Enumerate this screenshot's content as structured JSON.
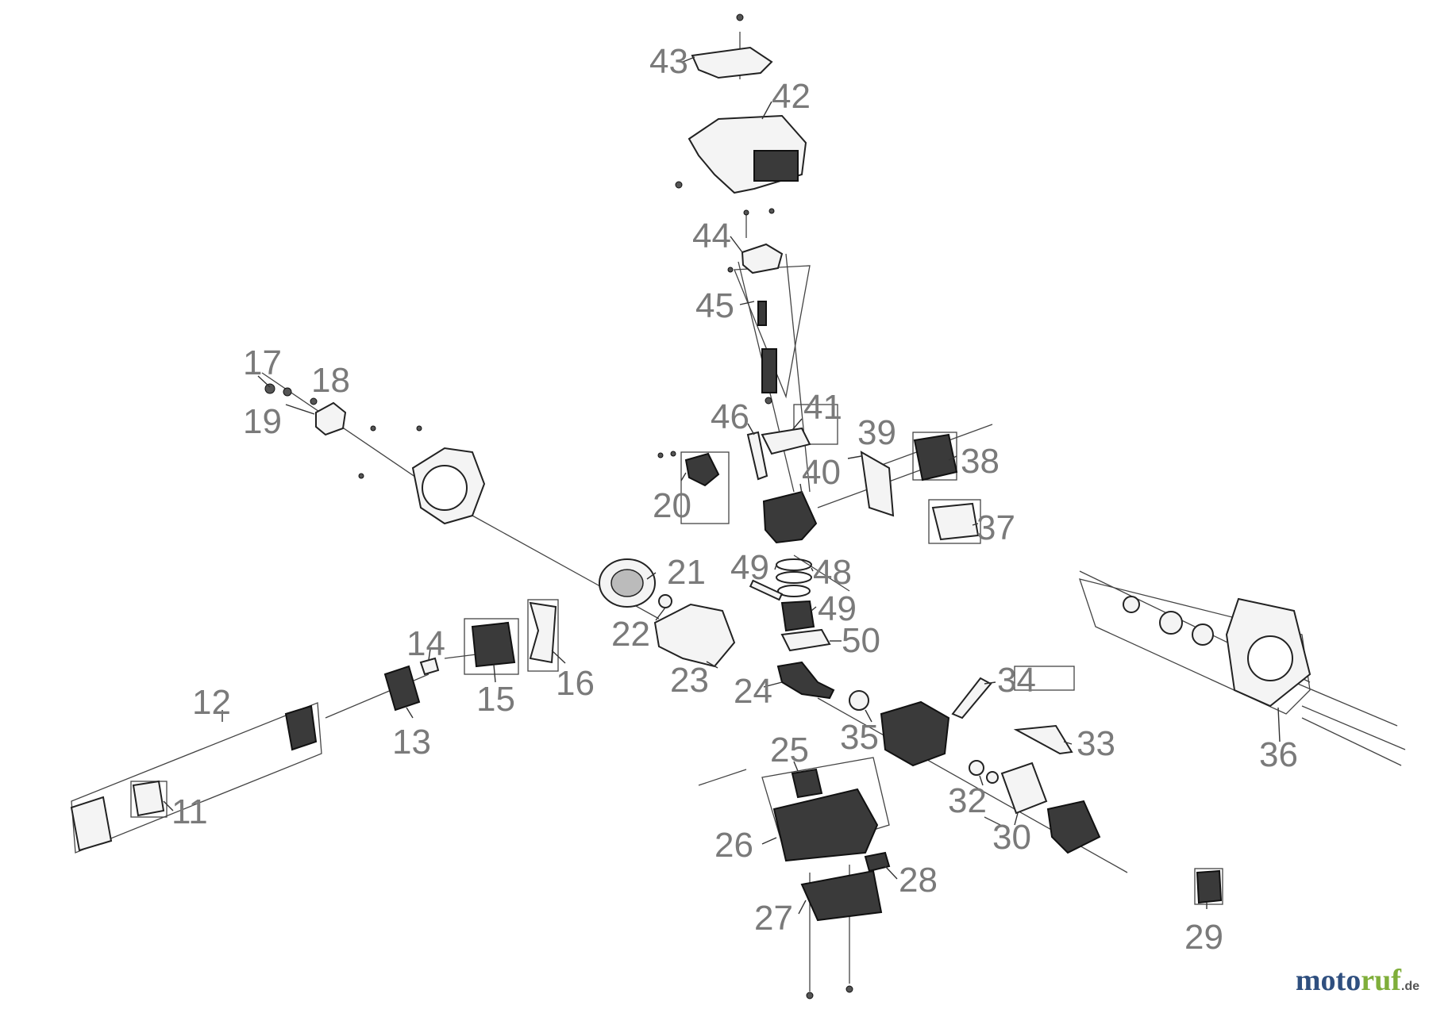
{
  "labels": [
    {
      "id": "43",
      "text": "43"
    },
    {
      "id": "42",
      "text": "42"
    },
    {
      "id": "44",
      "text": "44"
    },
    {
      "id": "45",
      "text": "45"
    },
    {
      "id": "17",
      "text": "17"
    },
    {
      "id": "18",
      "text": "18"
    },
    {
      "id": "19",
      "text": "19"
    },
    {
      "id": "46",
      "text": "46"
    },
    {
      "id": "41",
      "text": "41"
    },
    {
      "id": "39",
      "text": "39"
    },
    {
      "id": "38",
      "text": "38"
    },
    {
      "id": "40",
      "text": "40"
    },
    {
      "id": "20",
      "text": "20"
    },
    {
      "id": "37",
      "text": "37"
    },
    {
      "id": "21",
      "text": "21"
    },
    {
      "id": "49a",
      "text": "49"
    },
    {
      "id": "48",
      "text": "48"
    },
    {
      "id": "49b",
      "text": "49"
    },
    {
      "id": "22",
      "text": "22"
    },
    {
      "id": "50",
      "text": "50"
    },
    {
      "id": "14",
      "text": "14"
    },
    {
      "id": "16",
      "text": "16"
    },
    {
      "id": "15",
      "text": "15"
    },
    {
      "id": "23",
      "text": "23"
    },
    {
      "id": "34",
      "text": "34"
    },
    {
      "id": "24",
      "text": "24"
    },
    {
      "id": "12",
      "text": "12"
    },
    {
      "id": "13",
      "text": "13"
    },
    {
      "id": "35",
      "text": "35"
    },
    {
      "id": "33",
      "text": "33"
    },
    {
      "id": "36",
      "text": "36"
    },
    {
      "id": "25",
      "text": "25"
    },
    {
      "id": "32",
      "text": "32"
    },
    {
      "id": "11",
      "text": "11"
    },
    {
      "id": "30",
      "text": "30"
    },
    {
      "id": "26",
      "text": "26"
    },
    {
      "id": "28",
      "text": "28"
    },
    {
      "id": "27",
      "text": "27"
    },
    {
      "id": "29",
      "text": "29"
    }
  ],
  "watermark": {
    "part1": "moto",
    "part2": "ruf",
    "suffix": ".de"
  }
}
